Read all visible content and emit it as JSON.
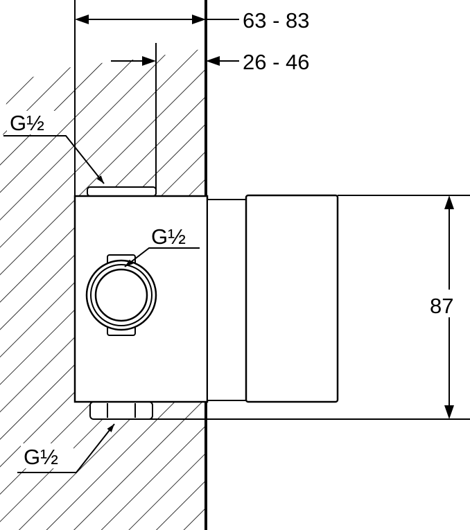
{
  "dimensions": {
    "depth_total": "63 - 83",
    "depth_wall": "26 - 46",
    "height": "87"
  },
  "labels": {
    "thread_top": "G½",
    "thread_front": "G½",
    "thread_bottom": "G½"
  },
  "colors": {
    "line": "#000000",
    "background": "#ffffff"
  }
}
